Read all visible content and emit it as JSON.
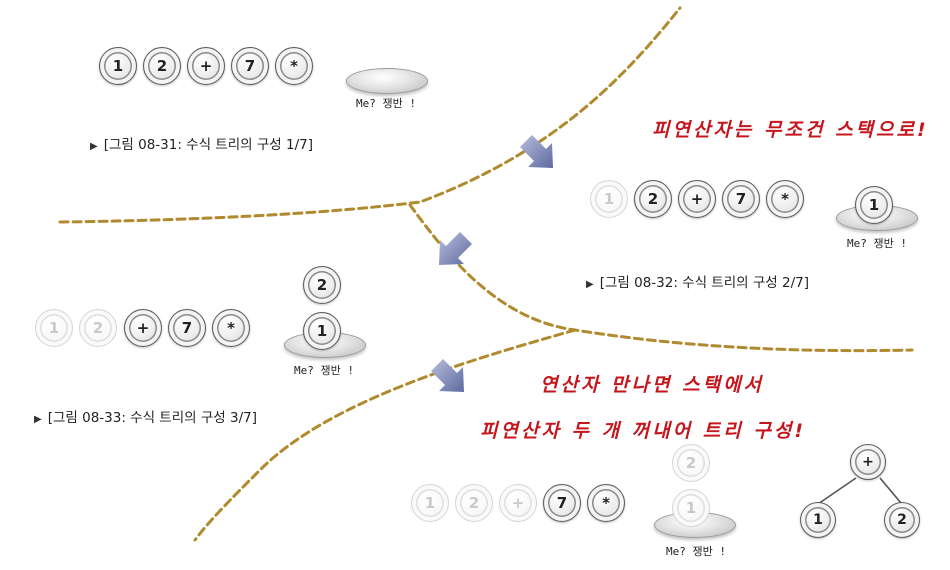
{
  "figures": [
    {
      "caption": "[그림 08-31: 수식 트리의 구성 1/7]",
      "tokens": [
        {
          "label": "1",
          "faded": false
        },
        {
          "label": "2",
          "faded": false
        },
        {
          "label": "+",
          "faded": false
        },
        {
          "label": "7",
          "faded": false
        },
        {
          "label": "*",
          "faded": false
        }
      ],
      "stack": [],
      "plate_label": "Me? 쟁반 !"
    },
    {
      "caption": "[그림 08-32: 수식 트리의 구성 2/7]",
      "tokens": [
        {
          "label": "1",
          "faded": true
        },
        {
          "label": "2",
          "faded": false
        },
        {
          "label": "+",
          "faded": false
        },
        {
          "label": "7",
          "faded": false
        },
        {
          "label": "*",
          "faded": false
        }
      ],
      "stack": [
        {
          "label": "1",
          "faded": false
        }
      ],
      "plate_label": "Me? 쟁반 !"
    },
    {
      "caption": "[그림 08-33: 수식 트리의 구성 3/7]",
      "tokens": [
        {
          "label": "1",
          "faded": true
        },
        {
          "label": "2",
          "faded": true
        },
        {
          "label": "+",
          "faded": false
        },
        {
          "label": "7",
          "faded": false
        },
        {
          "label": "*",
          "faded": false
        }
      ],
      "stack": [
        {
          "label": "1",
          "faded": false
        },
        {
          "label": "2",
          "faded": false
        }
      ],
      "plate_label": "Me? 쟁반 !"
    },
    {
      "caption": "",
      "tokens": [
        {
          "label": "1",
          "faded": true
        },
        {
          "label": "2",
          "faded": true
        },
        {
          "label": "+",
          "faded": true
        },
        {
          "label": "7",
          "faded": false
        },
        {
          "label": "*",
          "faded": false
        }
      ],
      "stack": [
        {
          "label": "1",
          "faded": true
        },
        {
          "label": "2",
          "faded": true
        }
      ],
      "plate_label": "Me? 쟁반 !"
    }
  ],
  "notes": [
    "피연산자는 무조건 스택으로!",
    "연산자 만나면 스택에서",
    "피연산자 두 개 꺼내어 트리 구성!"
  ],
  "tree": {
    "root": "+",
    "left": "1",
    "right": "2"
  },
  "colors": {
    "divider": "#b08a2e",
    "note": "#c4161c",
    "arrow": "#7c86b5"
  }
}
